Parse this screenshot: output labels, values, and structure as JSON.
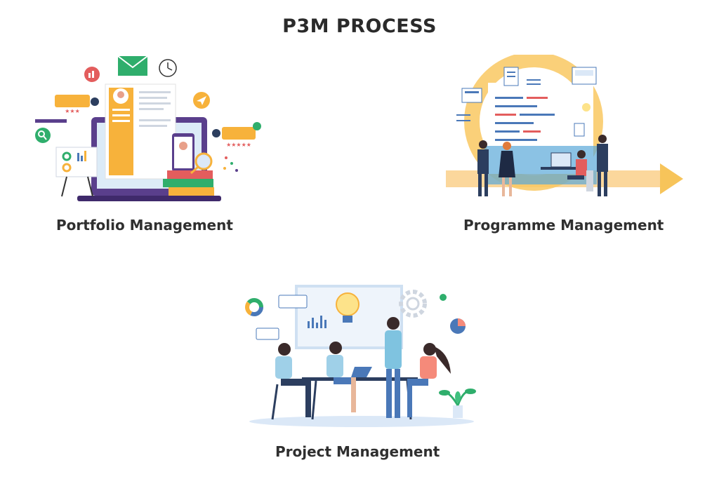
{
  "title": "P3M PROCESS",
  "sections": {
    "portfolio": {
      "label": "Portfolio Management"
    },
    "programme": {
      "label": "Programme Management"
    },
    "project": {
      "label": "Project Management"
    }
  },
  "colors": {
    "heading": "#2a2a2a",
    "accent_orange": "#f7b23b",
    "accent_blue": "#4a78b8",
    "purple": "#5a3f8c",
    "green": "#2fae6c",
    "red": "#e35d5d",
    "light_blue": "#dbe8f7"
  },
  "icons": {
    "portfolio": [
      "laptop-icon",
      "resume-card-icon",
      "envelope-icon",
      "clock-icon",
      "magnifier-icon",
      "chart-board-icon",
      "books-icon",
      "paper-plane-icon"
    ],
    "programme": [
      "cycle-arrow-icon",
      "document-card-icon",
      "business-people-icon"
    ],
    "project": [
      "lightbulb-icon",
      "gear-icon",
      "team-meeting-icon",
      "pie-chart-icon",
      "plant-icon"
    ]
  }
}
